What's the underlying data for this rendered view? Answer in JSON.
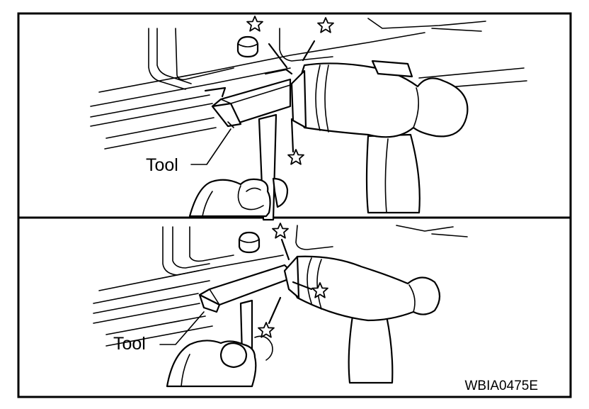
{
  "figure": {
    "code": "WBIA0475E",
    "panels": [
      {
        "id": "top",
        "tool_label": "Tool"
      },
      {
        "id": "bottom",
        "tool_label": "Tool"
      }
    ]
  },
  "icons": [
    "star-icon"
  ]
}
